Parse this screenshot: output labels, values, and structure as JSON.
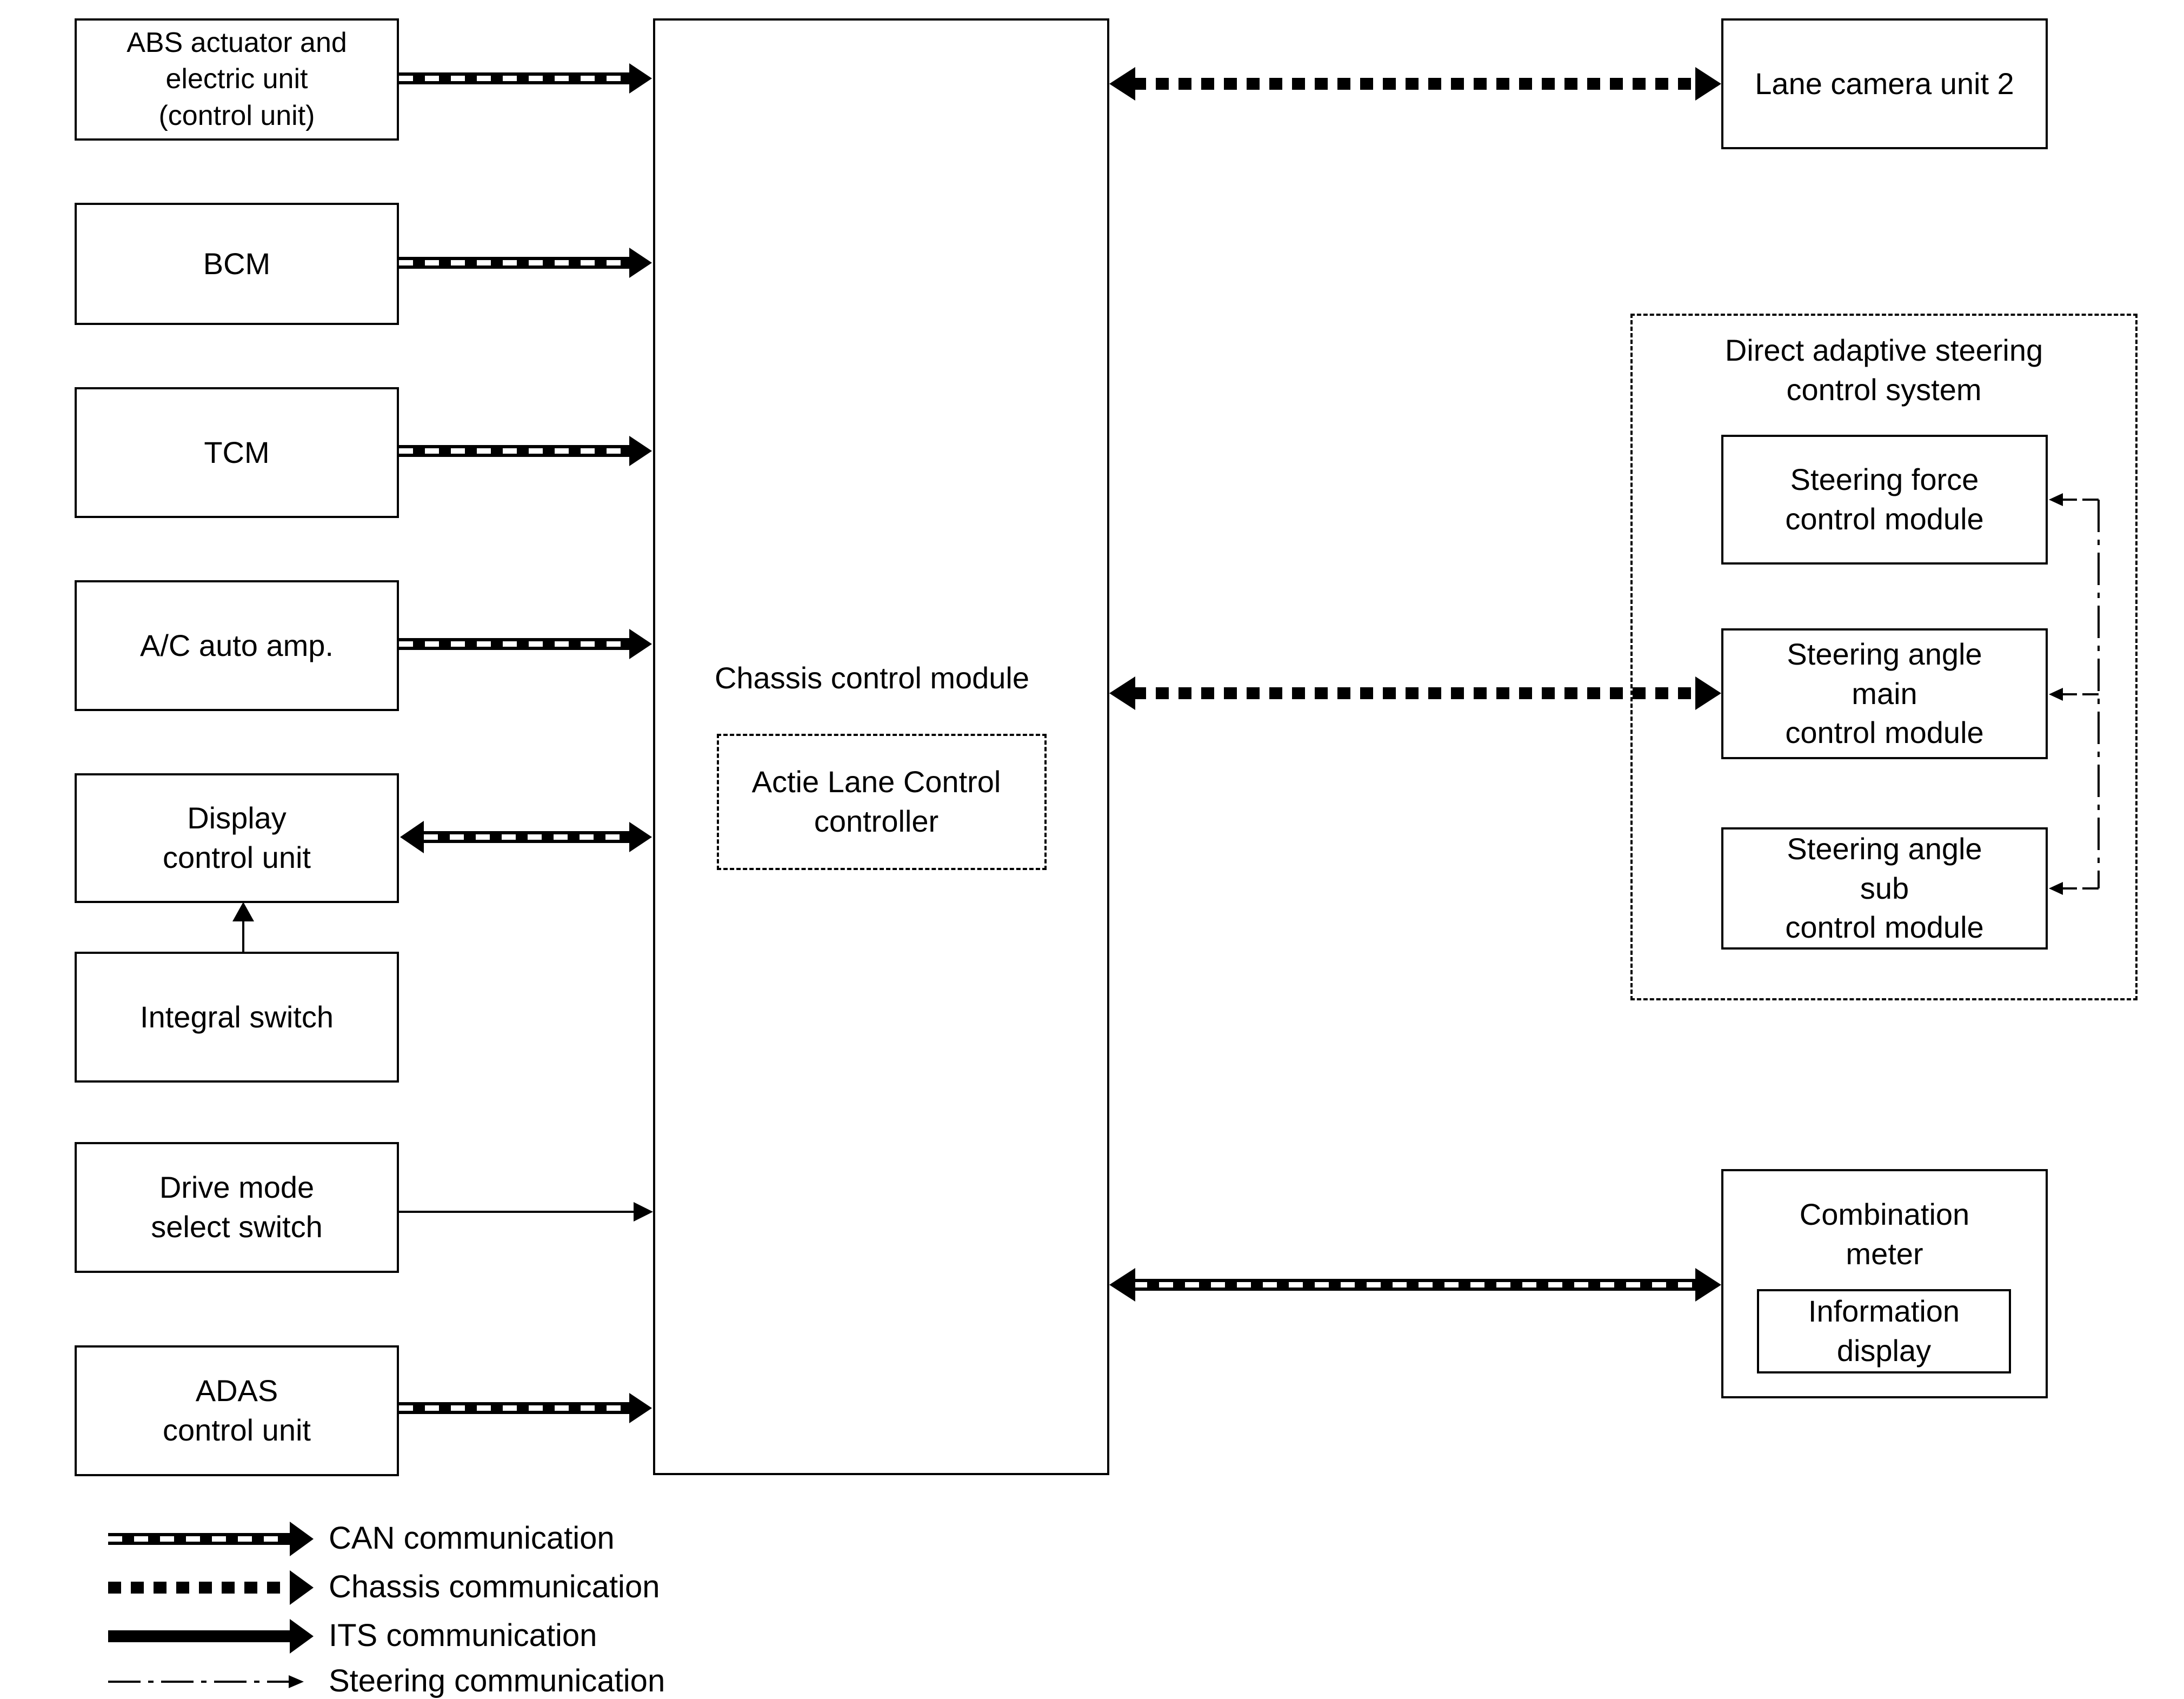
{
  "left_units": {
    "abs": "ABS actuator and\nelectric unit\n(control unit)",
    "bcm": "BCM",
    "tcm": "TCM",
    "ac": "A/C auto amp.",
    "display": "Display\ncontrol unit",
    "integral": "Integral switch",
    "drive_mode": "Drive mode\nselect switch",
    "adas": "ADAS\ncontrol unit"
  },
  "center": {
    "chassis": "Chassis control module",
    "alc": "Actie Lane Control\ncontroller"
  },
  "right_units": {
    "lane_camera": "Lane camera unit 2",
    "das_title": "Direct adaptive steering\ncontrol system",
    "steering_force": "Steering force\ncontrol module",
    "steering_main": "Steering angle\nmain\ncontrol module",
    "steering_sub": "Steering angle\nsub\ncontrol module",
    "combination": "Combination\nmeter",
    "info_display": "Information\ndisplay"
  },
  "legend": {
    "can": "CAN communication",
    "chassis": "Chassis communication",
    "its": "ITS communication",
    "steering": "Steering communication"
  }
}
